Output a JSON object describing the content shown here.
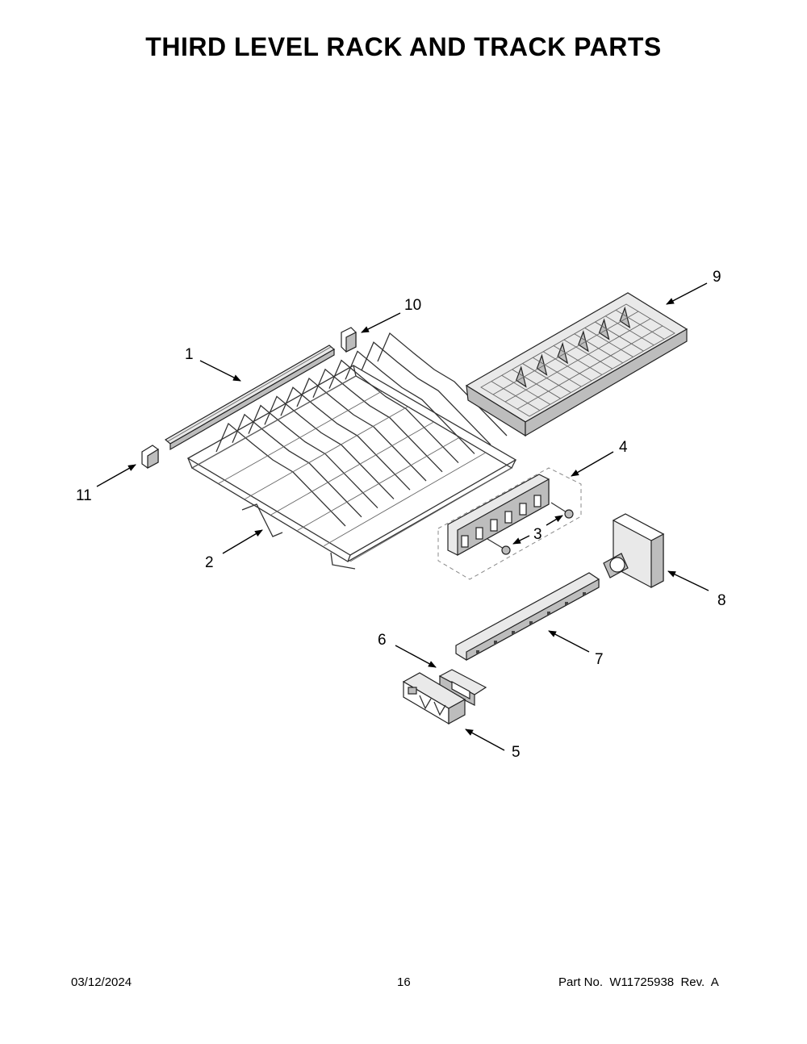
{
  "title": "THIRD LEVEL RACK AND TRACK PARTS",
  "callouts": [
    "1",
    "2",
    "3",
    "4",
    "5",
    "6",
    "7",
    "8",
    "9",
    "10",
    "11"
  ],
  "footer": {
    "date": "03/12/2024",
    "page": "16",
    "part_no": "Part No.  W11725938  Rev.  A"
  }
}
